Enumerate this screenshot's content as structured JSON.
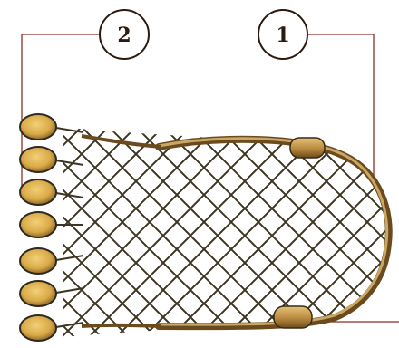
{
  "callouts": [
    {
      "number": "1"
    },
    {
      "number": "2"
    }
  ],
  "colors": {
    "background": "#ffffff",
    "leader_line": "#8a2f24",
    "callout_circle": "#2b1a10",
    "net_cord": "#3b3522",
    "frame": "#8a6a34",
    "frame_highlight": "#c9a867",
    "sinker_fill": "#d9aa48",
    "sinker_shadow": "#6b4b1e",
    "sinker_outline": "#2e2a20"
  },
  "icons": [
    "net-illustration",
    "sinker-weight-icon",
    "frame-float-icon"
  ]
}
